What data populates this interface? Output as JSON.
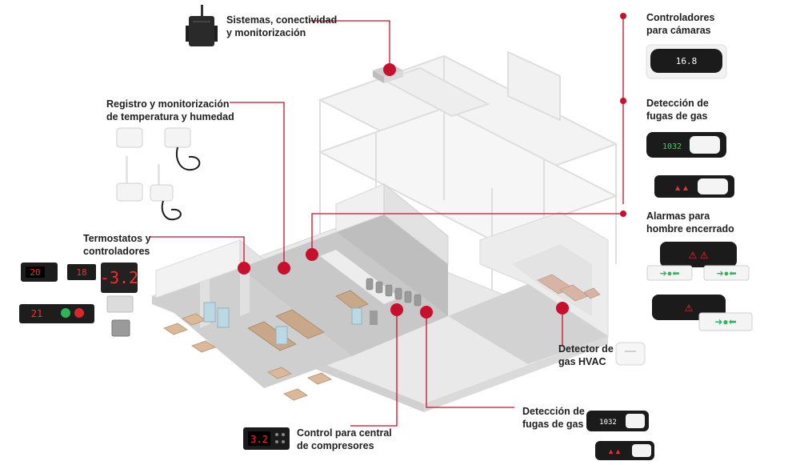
{
  "labels": {
    "systems": [
      "Sistemas, conectividad",
      "y monitorización"
    ],
    "cold_room_controllers": [
      "Controladores",
      "para cámaras"
    ],
    "gas_leak_top": [
      "Detección de",
      "fugas de gas"
    ],
    "logging": [
      "Registro y monitorización",
      "de temperatura y humedad"
    ],
    "man_trapped": [
      "Alarmas para",
      "hombre encerrado"
    ],
    "thermostats": [
      "Termostatos y",
      "controladores"
    ],
    "hvac_gas": [
      "Detector de",
      "gas HVAC"
    ],
    "gas_leak_bottom": [
      "Detección de",
      "fugas de gas"
    ],
    "compressor": [
      "Control para central",
      "de compresores"
    ]
  },
  "device_readouts": {
    "cold_room": "16.8",
    "gas_top": "1032",
    "gas_bottom": "1032",
    "thermo_1": "20",
    "thermo_2": "18",
    "thermo_big": "-3.2",
    "thermo_wide": "21",
    "compressor": "3.2"
  },
  "colors": {
    "accent": "#c8102e",
    "device_display_red": "#ff2a2a",
    "device_display_green": "#39d26b",
    "building": "#e6e6e6"
  }
}
